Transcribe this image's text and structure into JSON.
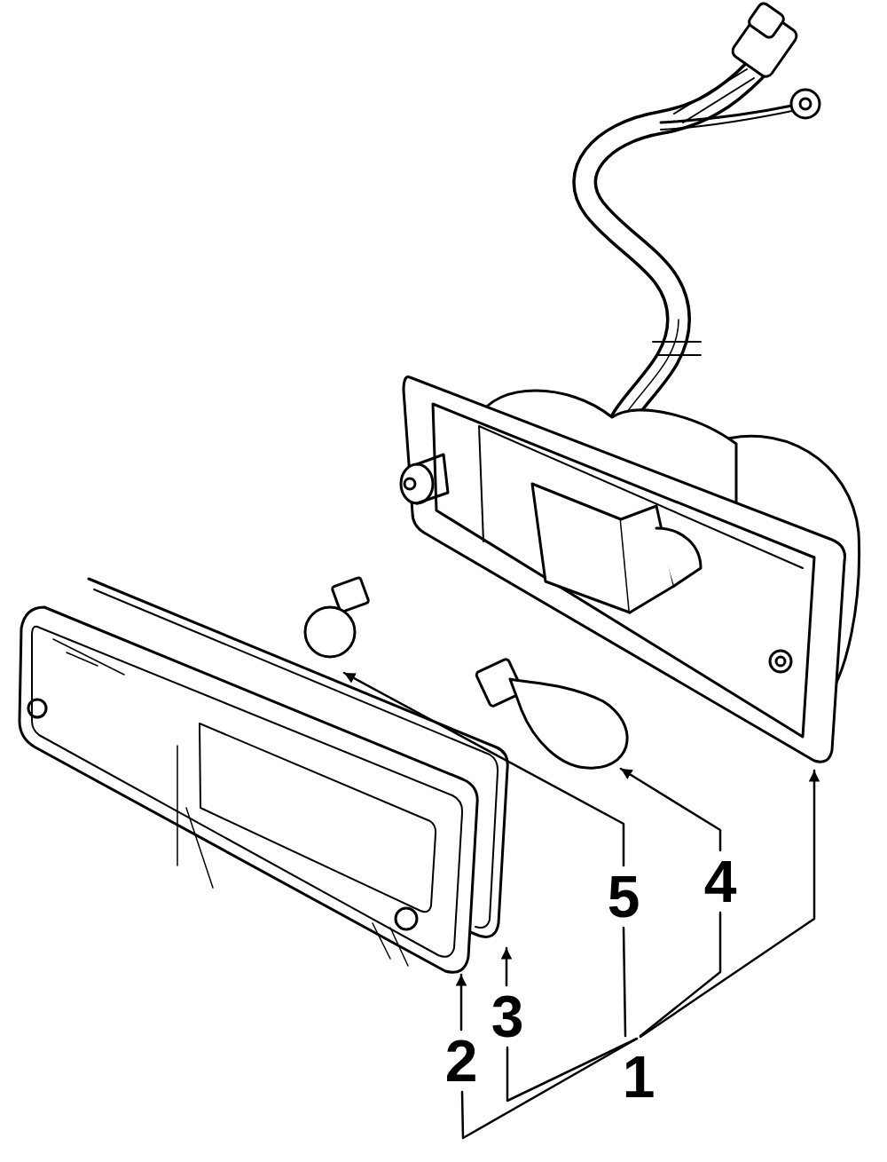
{
  "diagram": {
    "labels": [
      "5",
      "4",
      "3",
      "2",
      "1"
    ]
  }
}
